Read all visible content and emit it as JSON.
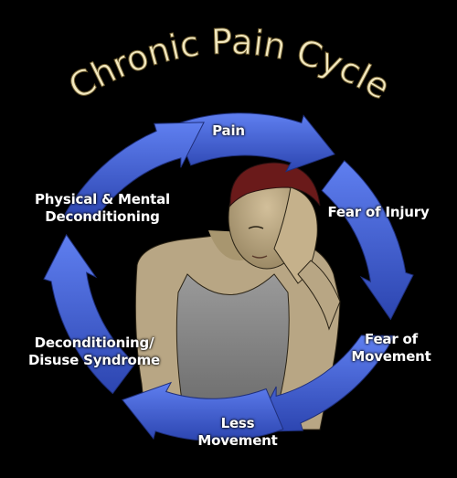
{
  "title": "Chronic Pain Cycle",
  "stages": [
    {
      "lines": [
        "Pain"
      ]
    },
    {
      "lines": [
        "Fear of Injury"
      ]
    },
    {
      "lines": [
        "Fear of",
        "Movement"
      ]
    },
    {
      "lines": [
        "Less",
        "Movement"
      ]
    },
    {
      "lines": [
        "Deconditioning/",
        "Disuse Syndrome"
      ]
    },
    {
      "lines": [
        "Physical & Mental",
        "Deconditioning"
      ]
    }
  ],
  "colors": {
    "background": "#000000",
    "arrow": "#3f5fd0",
    "arrow_light": "#8aa3ff",
    "title_fill": "#f2e8bf",
    "label": "#ffffff"
  },
  "illustration": {
    "subject": "woman holding head in pain (sepia drawing)"
  }
}
